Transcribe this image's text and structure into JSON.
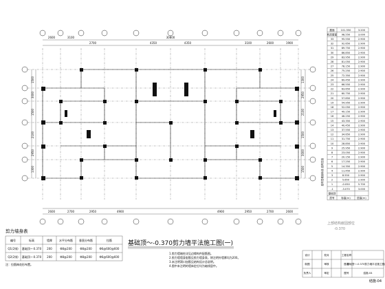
{
  "drawing": {
    "title": "基础顶～-0.370剪力墙平法施工图(一)",
    "top_dims": [
      "2600",
      "3100",
      "30800",
      "4350",
      "4350",
      "3100",
      "2600",
      "2700",
      "1900"
    ],
    "bottom_dims": [
      "2600",
      "2700",
      "2950",
      "4900",
      "4900",
      "2950",
      "2700",
      "2600"
    ],
    "left_dims": [
      "1500",
      "3000",
      "1500",
      "2100",
      "2950",
      "1300"
    ],
    "right_dims": [
      "1300",
      "2950",
      "2100",
      "1500",
      "3000",
      "1500"
    ]
  },
  "wall_table": {
    "title": "剪力墙身表",
    "headers": [
      "编号",
      "标高",
      "墙厚",
      "水平分布筋",
      "垂直分布筋",
      "拉筋"
    ],
    "rows": [
      [
        "Q1(2排)",
        "基础顶~-0.370",
        "200",
        "Φ8@200",
        "Φ8@200",
        "Φ6@600@600"
      ],
      [
        "Q2(2排)",
        "基础顶~-0.370",
        "200",
        "Φ8@200",
        "Φ8@200",
        "Φ6@600@600"
      ]
    ],
    "note": "注：拉筋梅花形布置。"
  },
  "notes": {
    "lines": [
      "1.剪力墙暗柱详见边缘构件配筋图。",
      "2.剪力墙墙身配筋见剪力墙身表，除注明外墙厚均为200。",
      "3.未注明洞口加筋见结构设计总说明。",
      "4.图中未注明的墙体定位均为轴线居中。"
    ]
  },
  "level_table": {
    "header_rows": [
      [
        "屋面",
        "101.550",
        "3.200"
      ],
      [
        "机房屋面",
        "98.550",
        "3.000"
      ]
    ],
    "col_headers": [
      "层号",
      "标高(m)",
      "层高(m)"
    ],
    "rows": [
      [
        "33",
        "95.550",
        "2.900"
      ],
      [
        "32",
        "92.650",
        "2.900"
      ],
      [
        "31",
        "89.750",
        "2.900"
      ],
      [
        "30",
        "86.850",
        "2.900"
      ],
      [
        "29",
        "83.950",
        "2.900"
      ],
      [
        "28",
        "81.050",
        "2.900"
      ],
      [
        "27",
        "78.150",
        "2.900"
      ],
      [
        "26",
        "75.250",
        "2.900"
      ],
      [
        "25",
        "72.350",
        "2.900"
      ],
      [
        "24",
        "69.450",
        "2.900"
      ],
      [
        "23",
        "66.550",
        "2.900"
      ],
      [
        "22",
        "63.650",
        "2.900"
      ],
      [
        "21",
        "60.750",
        "2.900"
      ],
      [
        "20",
        "57.850",
        "2.900"
      ],
      [
        "19",
        "54.950",
        "2.900"
      ],
      [
        "18",
        "52.050",
        "2.900"
      ],
      [
        "17",
        "49.150",
        "2.900"
      ],
      [
        "16",
        "46.250",
        "2.900"
      ],
      [
        "15",
        "43.350",
        "2.900"
      ],
      [
        "14",
        "40.450",
        "2.900"
      ],
      [
        "13",
        "37.550",
        "2.900"
      ],
      [
        "12",
        "34.650",
        "2.900"
      ],
      [
        "11",
        "31.750",
        "2.900"
      ],
      [
        "10",
        "28.850",
        "2.900"
      ],
      [
        "9",
        "25.950",
        "2.900"
      ],
      [
        "8",
        "23.050",
        "2.900"
      ],
      [
        "7",
        "20.150",
        "2.900"
      ],
      [
        "6",
        "17.250",
        "2.900"
      ],
      [
        "5",
        "14.350",
        "2.900"
      ],
      [
        "4",
        "11.450",
        "2.900"
      ],
      [
        "3",
        "8.550",
        "2.900"
      ],
      [
        "2",
        "5.650",
        "2.900"
      ],
      [
        "1",
        "-0.050",
        "5.700"
      ],
      [
        "-1",
        "-3.070",
        "3.000"
      ]
    ],
    "footer": [
      "层号",
      "标高(m)",
      "层高(m)"
    ],
    "side_label": "结构层楼面标高  结构层高",
    "base_label": "基础顶"
  },
  "faded_note": [
    "上部结构嵌固部位",
    "-0.370"
  ],
  "title_block": {
    "rows": [
      [
        "设计",
        "",
        "校对",
        "",
        "工程名称",
        ""
      ],
      [
        "制图",
        "",
        "审核",
        "",
        "图名",
        "基础顶～-0.370剪力墙平法施工图(一)"
      ],
      [
        "负责人",
        "",
        "审定",
        "",
        "图号",
        "结施-04"
      ]
    ],
    "sheet_no": "结施-04"
  }
}
